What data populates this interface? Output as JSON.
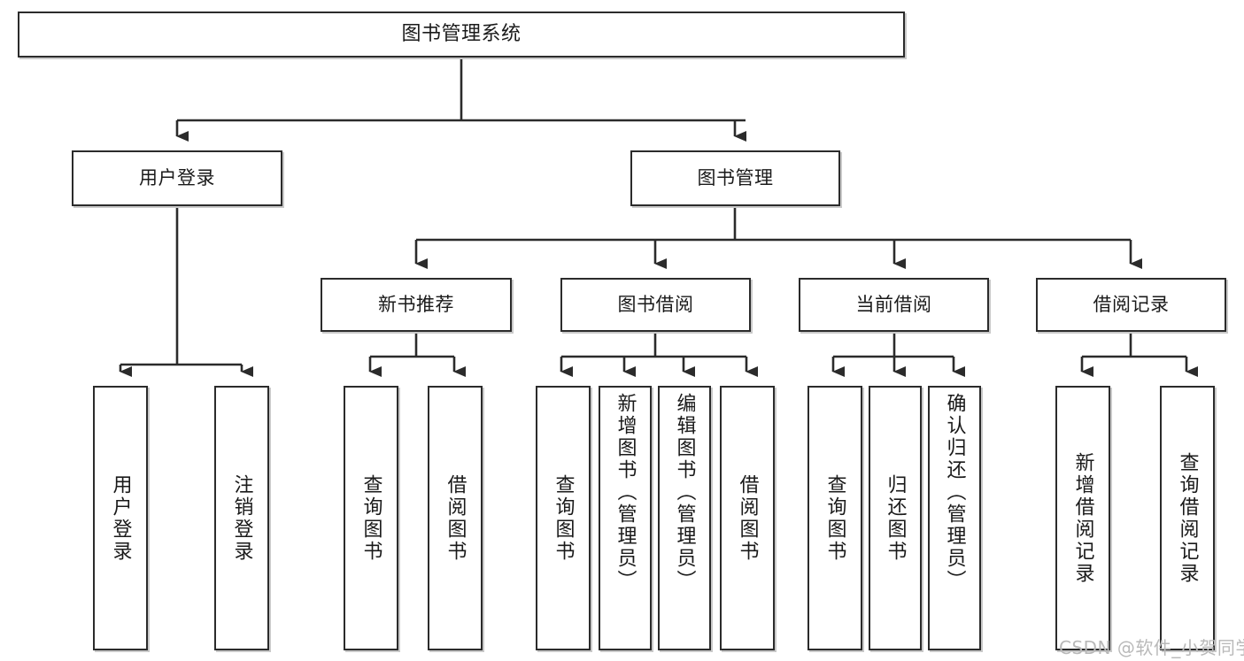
{
  "diagram": {
    "type": "tree",
    "title": "图书管理系统",
    "orientation": "top-down",
    "colors": {
      "box_border": "#2b2b2b",
      "box_fill": "#ffffff",
      "edge": "#2b2b2b",
      "shadow": "#c9c9c9",
      "watermark": "#b9b9b9",
      "background": "#ffffff"
    }
  },
  "root": {
    "label": "图书管理系统"
  },
  "level2": [
    {
      "label": "用户登录"
    },
    {
      "label": "图书管理"
    }
  ],
  "level3": [
    {
      "label": "新书推荐"
    },
    {
      "label": "图书借阅"
    },
    {
      "label": "当前借阅"
    },
    {
      "label": "借阅记录"
    }
  ],
  "leaves": {
    "user_login": [
      {
        "label": "用户登录"
      },
      {
        "label": "注销登录"
      }
    ],
    "new_book": [
      {
        "label": "查询图书"
      },
      {
        "label": "借阅图书"
      }
    ],
    "book_borrow": [
      {
        "label": "查询图书"
      },
      {
        "label": "新增图书（管理员）"
      },
      {
        "label": "编辑图书（管理员）"
      },
      {
        "label": "借阅图书"
      }
    ],
    "current_borrow": [
      {
        "label": "查询图书"
      },
      {
        "label": "归还图书"
      },
      {
        "label": "确认归还（管理员）"
      }
    ],
    "borrow_record": [
      {
        "label": "新增借阅记录"
      },
      {
        "label": "查询借阅记录"
      }
    ]
  },
  "watermark": {
    "text": "CSDN @软件_小贺同学"
  }
}
